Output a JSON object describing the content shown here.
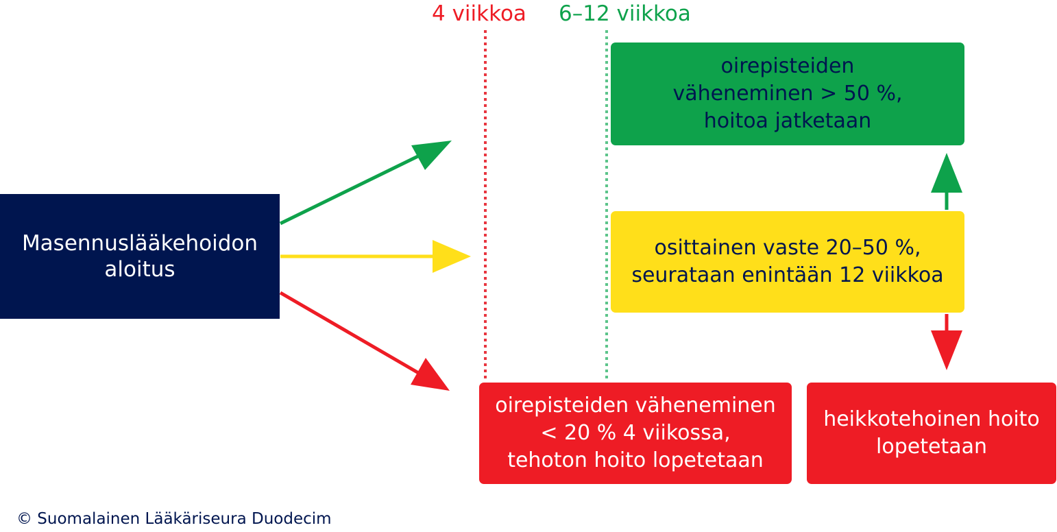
{
  "timeline": {
    "week4_label": "4 viikkoa",
    "week6_12_label": "6–12 viikkoa"
  },
  "start_box": {
    "lines": [
      "Masennuslääkehoidon",
      "aloitus"
    ]
  },
  "green_box": {
    "lines": [
      "oirepisteiden",
      "väheneminen > 50 %,",
      "hoitoa jatketaan"
    ]
  },
  "yellow_box": {
    "lines": [
      "osittainen vaste 20–50 %,",
      "seurataan enintään 12 viikkoa"
    ]
  },
  "red_box_1": {
    "lines": [
      "oirepisteiden väheneminen",
      "< 20 % 4 viikossa,",
      "tehoton hoito lopetetaan"
    ]
  },
  "red_box_2": {
    "lines": [
      "heikkotehoinen hoito",
      "lopetetaan"
    ]
  },
  "copyright": "© Suomalainen Lääkäriseura Duodecim",
  "colors": {
    "navy": "#00154f",
    "green": "#0ea24b",
    "yellow": "#ffdf1a",
    "red": "#ee1c25",
    "red_dotted": "#e8353f",
    "green_dotted": "#5cc48a"
  }
}
